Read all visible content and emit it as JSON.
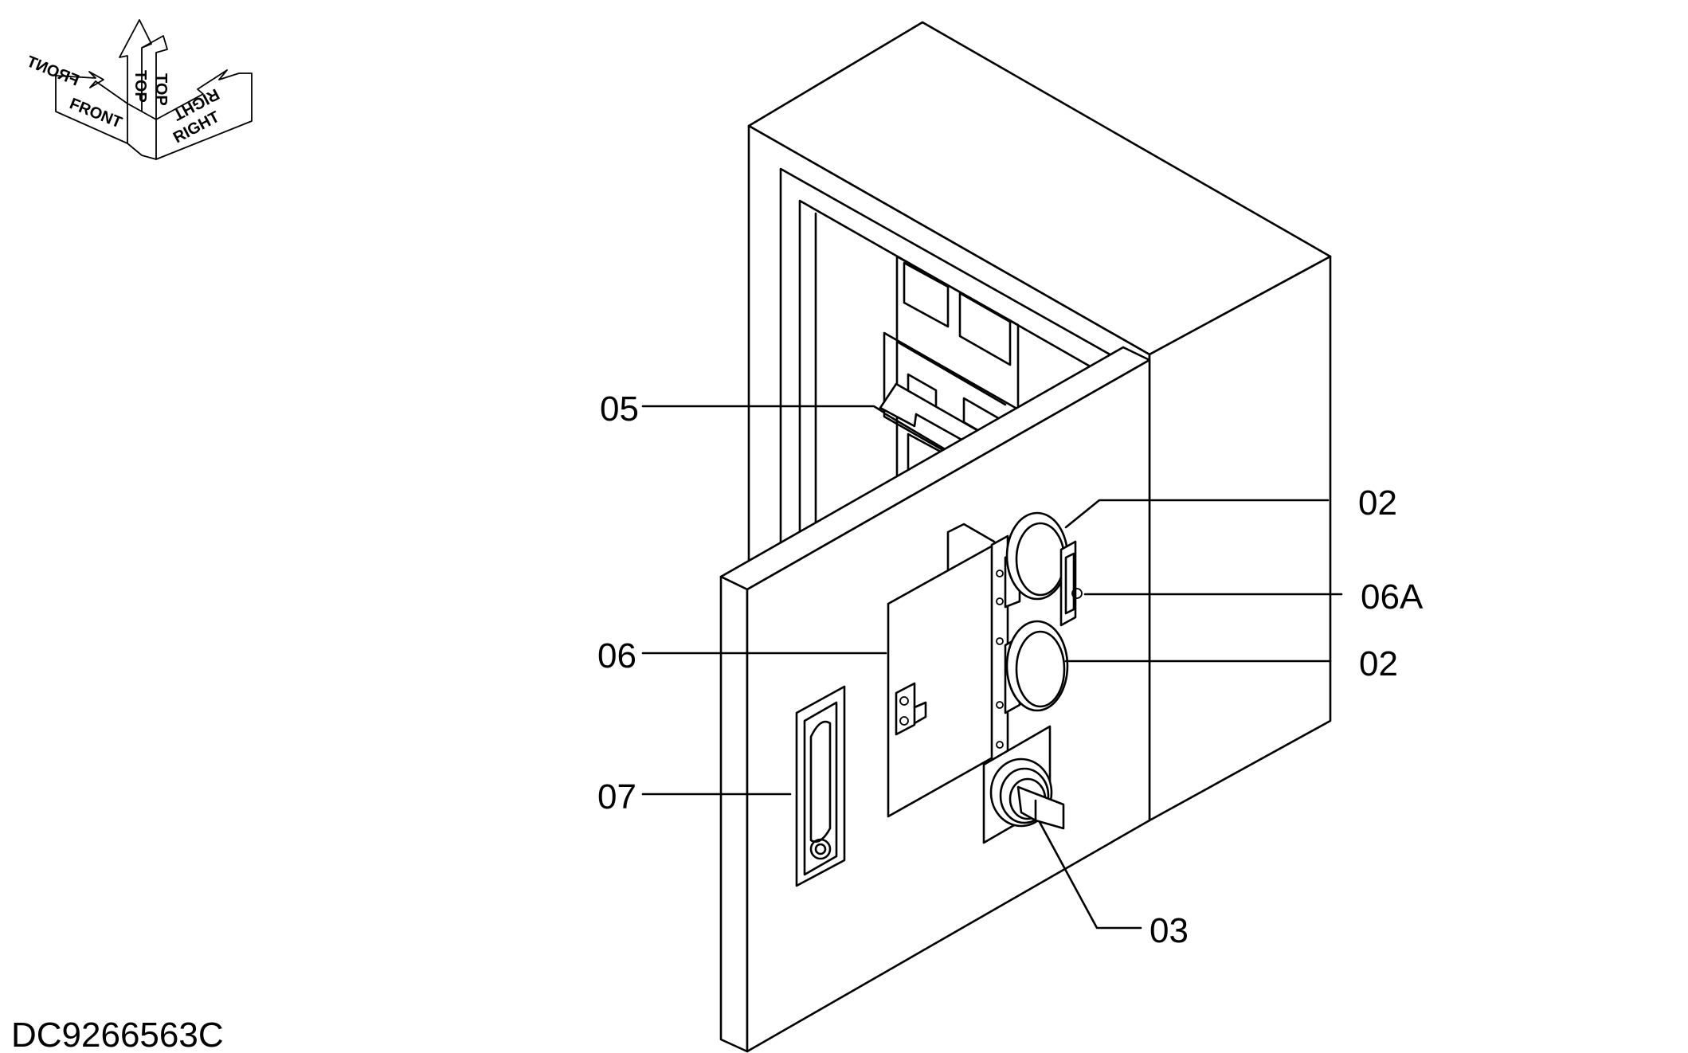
{
  "orientation_indicator": {
    "front": "FRONT",
    "top": "TOP",
    "right": "RIGHT"
  },
  "callouts": {
    "c05": "05",
    "c02_top": "02",
    "c06A": "06A",
    "c06": "06",
    "c02_bottom": "02",
    "c07": "07",
    "c03": "03"
  },
  "document_id": "DC9266563C"
}
